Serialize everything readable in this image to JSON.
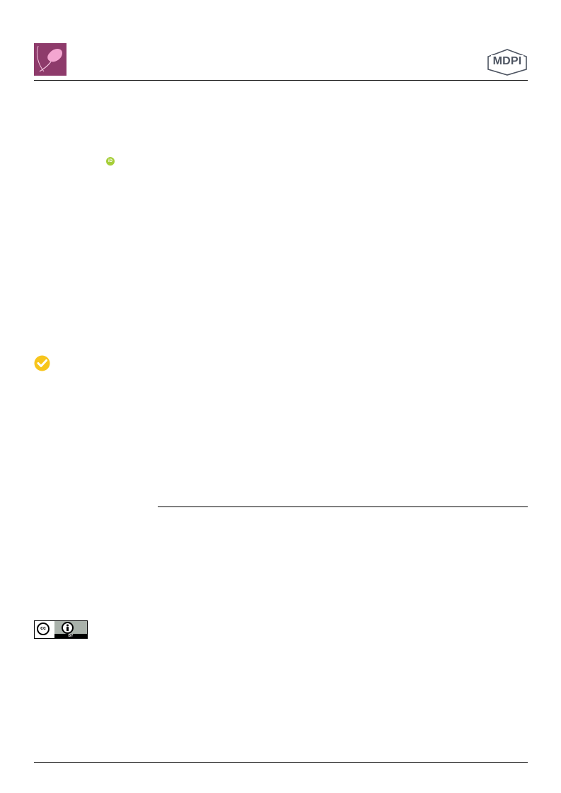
{
  "header": {
    "publisher_logo_text": "MDPI",
    "journal_logo_color": "#8e3b6b",
    "publisher_logo_color": "#4d5461"
  },
  "icons": {
    "orcid": "orcid-icon",
    "updates": "check-for-updates-icon",
    "license": "cc-by-badge"
  },
  "license": {
    "cc_label": "cc",
    "by_label": "BY"
  },
  "colors": {
    "orcid_green": "#a6ce39",
    "updates_yellow": "#f7c51c"
  }
}
